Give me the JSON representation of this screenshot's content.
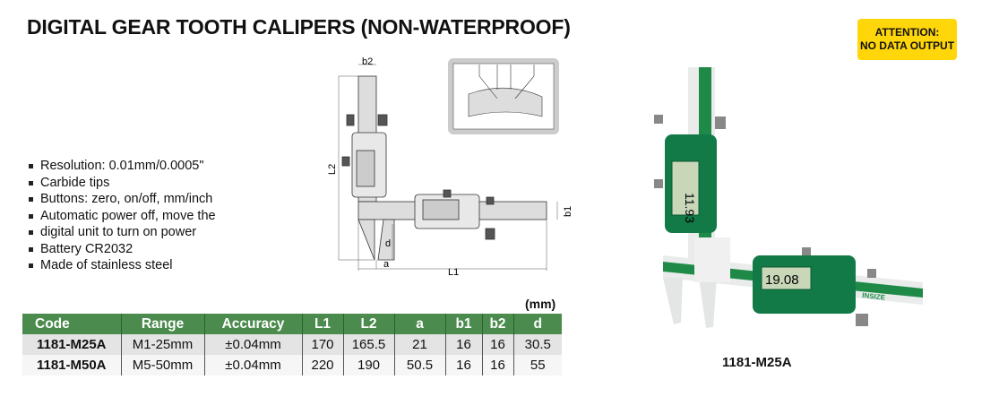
{
  "title": "DIGITAL GEAR TOOTH CALIPERS (NON-WATERPROOF)",
  "attention": {
    "line1": "ATTENTION:",
    "line2": "NO DATA OUTPUT",
    "color": "#ffd60a"
  },
  "features": [
    "Resolution: 0.01mm/0.0005\"",
    "Carbide tips",
    "Buttons: zero, on/off, mm/inch",
    "Automatic power off, move the",
    "digital unit to turn on power",
    "Battery CR2032",
    "Made of stainless steel"
  ],
  "diagram_labels": {
    "b2": "b2",
    "L2": "L2",
    "b1": "b1",
    "d": "d",
    "a": "a",
    "L1": "L1"
  },
  "table": {
    "unit": "(mm)",
    "header_color": "#4b8b4d",
    "columns": [
      "Code",
      "Range",
      "Accuracy",
      "L1",
      "L2",
      "a",
      "b1",
      "b2",
      "d"
    ],
    "rows": [
      [
        "1181-M25A",
        "M1-25mm",
        "±0.04mm",
        "170",
        "165.5",
        "21",
        "16",
        "16",
        "30.5"
      ],
      [
        "1181-M50A",
        "M5-50mm",
        "±0.04mm",
        "220",
        "190",
        "50.5",
        "16",
        "16",
        "55"
      ]
    ]
  },
  "photo": {
    "brand": "INSIZE",
    "reading_horizontal": "19.08",
    "reading_vertical": "11.93",
    "caption": "1181-M25A"
  }
}
